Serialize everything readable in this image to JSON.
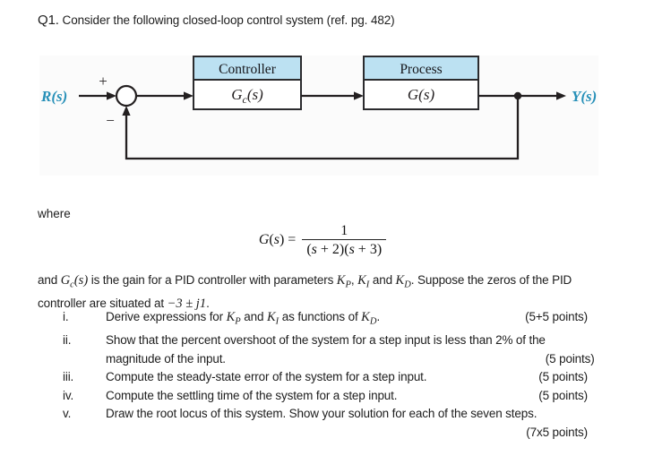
{
  "title": {
    "q": "Q1.",
    "text": " Consider the following closed-loop control system (ref. pg. 482)"
  },
  "diagram": {
    "input_label": "R(s)",
    "output_label": "Y(s)",
    "plus": "+",
    "minus": "−",
    "controller": {
      "header": "Controller",
      "gain_base": "G",
      "gain_sub": "c",
      "gain_arg": "(s)"
    },
    "process": {
      "header": "Process",
      "gain": "G(s)"
    },
    "colors": {
      "header_fill": "#bce1f2",
      "signal_label": "#2790b8",
      "line": "#231f20"
    }
  },
  "where_label": "where",
  "formula": {
    "var_G": "G",
    "open_paren": "(",
    "var_s": "s",
    "close_eq": ") =",
    "numerator": "1",
    "den_mid": " + 2)(",
    "den_end": " + 3)"
  },
  "math": {
    "K": "K",
    "sub_P": "P",
    "sub_I": "I",
    "sub_D": "D",
    "G": "G",
    "sub_c": "c",
    "arg_s": "(s)"
  },
  "para": {
    "lead": "and ",
    "after_gc": " is the gain for a PID controller with parameters ",
    "comma": ", ",
    "and_word": " and ",
    "after_kd": ". Suppose the zeros of the PID",
    "line2_text": "controller are situated at ",
    "zeros_pre": "−3 ± ",
    "zeros_j": "j",
    "zeros_num": "1",
    "period": "."
  },
  "items": {
    "i": {
      "num": "i.",
      "pre": "Derive expressions for ",
      "and_word": " and ",
      "mid": " as functions of ",
      "period": ".",
      "points": "(5+5 points)"
    },
    "ii": {
      "num": "ii.",
      "line1": "Show that the percent overshoot of the system for a step input is less than 2% of the",
      "line2": "magnitude of the input.",
      "points": "(5 points)"
    },
    "iii": {
      "num": "iii.",
      "text": "Compute the steady-state error of the system for a step input.",
      "points": "(5 points)"
    },
    "iv": {
      "num": "iv.",
      "text": "Compute the settling time of the system for a step input.",
      "points": "(5 points)"
    },
    "v": {
      "num": "v.",
      "text": "Draw the root locus of this system. Show your solution for each of the seven steps.",
      "points": "(7x5 points)"
    }
  }
}
